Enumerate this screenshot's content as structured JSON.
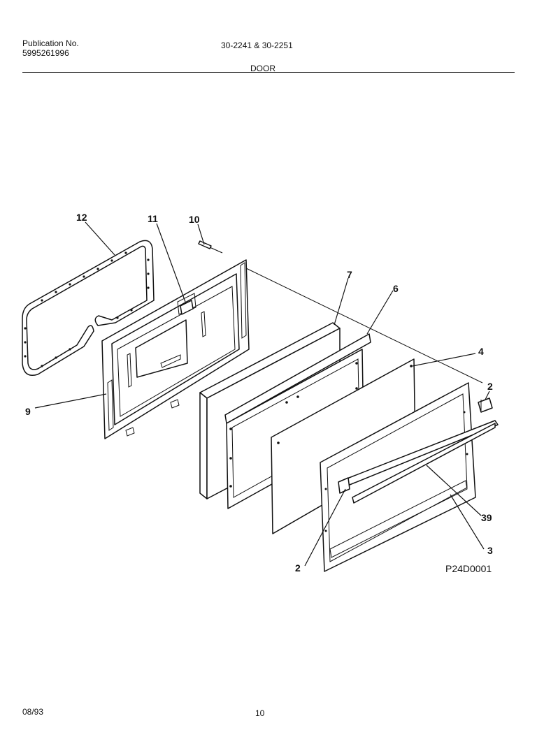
{
  "header": {
    "publication_label": "Publication No.",
    "publication_number": "5995261996",
    "model_numbers": "30-2241 & 30-2251",
    "section_title": "DOOR"
  },
  "diagram": {
    "callouts": {
      "c12": "12",
      "c11": "11",
      "c10": "10",
      "c9": "9",
      "c7": "7",
      "c6": "6",
      "c4": "4",
      "c2_right": "2",
      "c39": "39",
      "c3": "3",
      "c2_bottom": "2"
    },
    "figure_code": "P24D0001"
  },
  "footer": {
    "date": "08/93",
    "page": "10"
  }
}
